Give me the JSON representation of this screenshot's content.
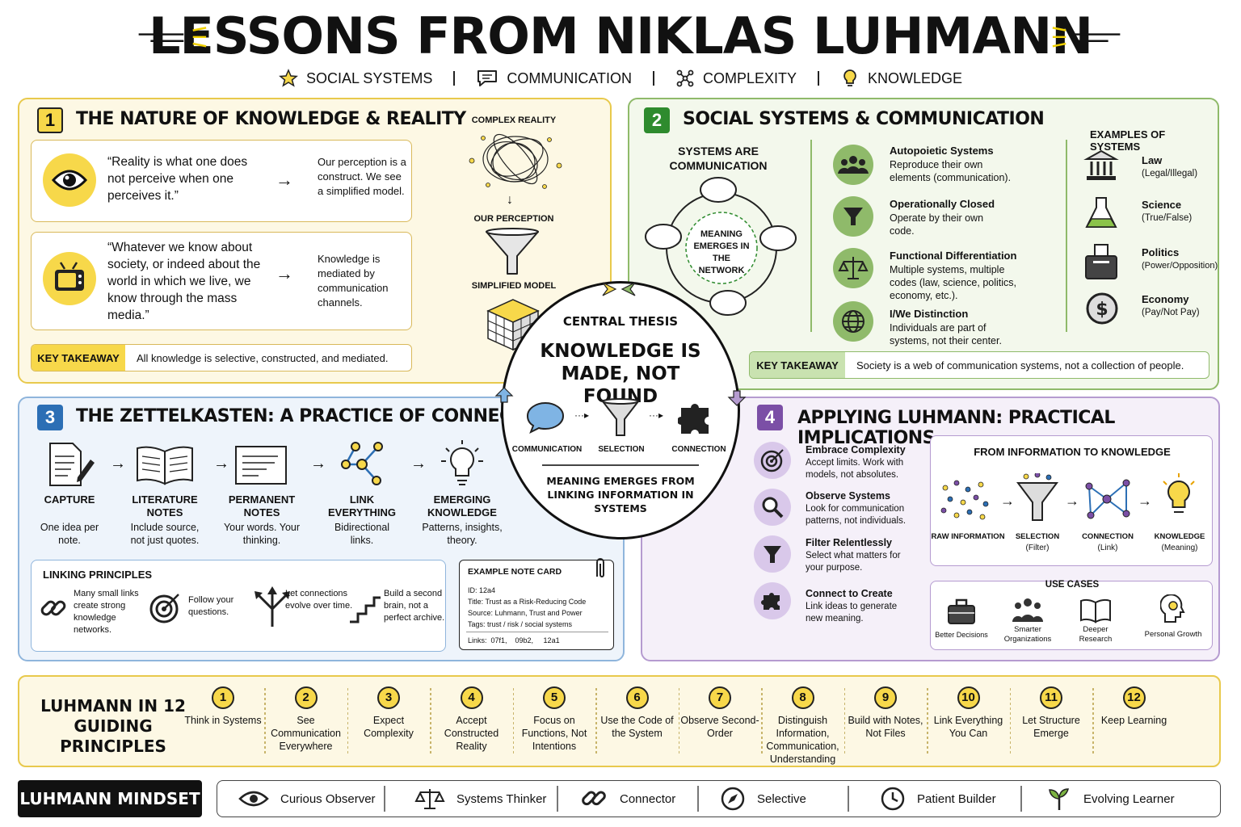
{
  "title": "LESSONS FROM NIKLAS LUHMANN",
  "topics": [
    "SOCIAL SYSTEMS",
    "COMMUNICATION",
    "COMPLEXITY",
    "KNOWLEDGE"
  ],
  "colors": {
    "yellow": "#f7d84a",
    "green": "#2e8b2e",
    "blue": "#2c6fb5",
    "purple": "#7b4fa6"
  },
  "p1": {
    "num": "1",
    "title": "THE NATURE OF KNOWLEDGE & REALITY",
    "q1": "“Reality is what one does not perceive when one perceives it.”",
    "r1": "Our perception is a construct. We see a simplified model.",
    "q2": "“Whatever we know about society, or indeed about the world in which we live, we know through the mass media.”",
    "r2": "Knowledge is mediated by communication channels.",
    "takeaway_label": "KEY TAKEAWAY",
    "takeaway": "All knowledge is selective, constructed, and mediated.",
    "complex": "COMPLEX REALITY",
    "perception": "OUR PERCEPTION",
    "model": "SIMPLIFIED MODEL"
  },
  "p2": {
    "num": "2",
    "title": "SOCIAL SYSTEMS & COMMUNICATION",
    "systems_title": "SYSTEMS ARE COMMUNICATION",
    "meaning": "MEANING EMERGES IN THE NETWORK",
    "items": [
      {
        "title": "Autopoietic Systems",
        "text": "Reproduce their own elements (communication).",
        "icon": "people-icon"
      },
      {
        "title": "Operationally Closed",
        "text": "Operate by their own code.",
        "icon": "funnel-icon"
      },
      {
        "title": "Functional Differentiation",
        "text": "Multiple systems, multiple codes (law, science, politics, economy, etc.).",
        "icon": "scales-icon"
      },
      {
        "title": "I/We Distinction",
        "text": "Individuals are part of systems, not their center.",
        "icon": "globe-icon"
      }
    ],
    "examples_title": "EXAMPLES OF SYSTEMS",
    "examples": [
      {
        "name": "Law",
        "code": "(Legal/Illegal)",
        "icon": "courthouse-icon"
      },
      {
        "name": "Science",
        "code": "(True/False)",
        "icon": "flask-icon"
      },
      {
        "name": "Politics",
        "code": "(Power/Opposition)",
        "icon": "ballot-box-icon"
      },
      {
        "name": "Economy",
        "code": "(Pay/Not Pay)",
        "icon": "dollar-icon"
      }
    ],
    "takeaway_label": "KEY TAKEAWAY",
    "takeaway": "Society is a web of communication systems, not a collection of people."
  },
  "center": {
    "label": "CENTRAL THESIS",
    "thesis": "KNOWLEDGE IS MADE, NOT FOUND",
    "flow": [
      "COMMUNICATION",
      "SELECTION",
      "CONNECTION"
    ],
    "footer": "MEANING EMERGES FROM LINKING INFORMATION IN SYSTEMS"
  },
  "p3": {
    "num": "3",
    "title": "THE ZETTELKASTEN: A PRACTICE OF CONNECTING",
    "steps": [
      {
        "title": "CAPTURE",
        "text": "One idea per note.",
        "icon": "document-pen-icon"
      },
      {
        "title": "LITERATURE NOTES",
        "text": "Include source, not just quotes.",
        "icon": "open-book-icon"
      },
      {
        "title": "PERMANENT NOTES",
        "text": "Your words. Your thinking.",
        "icon": "note-card-icon"
      },
      {
        "title": "LINK EVERYTHING",
        "text": "Bidirectional links.",
        "icon": "network-icon"
      },
      {
        "title": "EMERGING KNOWLEDGE",
        "text": "Patterns, insights, theory.",
        "icon": "lightbulb-icon"
      }
    ],
    "principles_title": "LINKING PRINCIPLES",
    "principles": [
      {
        "text": "Many small links create strong knowledge networks.",
        "icon": "chain-icon"
      },
      {
        "text": "Follow your questions.",
        "icon": "target-icon"
      },
      {
        "text": "Let connections evolve over time.",
        "icon": "branching-arrows-icon"
      },
      {
        "text": "Build a second brain, not a perfect archive.",
        "icon": "stairs-icon"
      }
    ],
    "card": {
      "title": "EXAMPLE NOTE CARD",
      "id": "ID: 12a4",
      "ntitle": "Title: Trust as a Risk-Reducing Code",
      "source": "Source: Luhmann, Trust and Power",
      "tags": "Tags: trust / risk / social systems",
      "links": "Links:  07f1,    09b2,     12a1"
    }
  },
  "p4": {
    "num": "4",
    "title": "APPLYING LUHMANN: PRACTICAL IMPLICATIONS",
    "items": [
      {
        "title": "Embrace Complexity",
        "text": "Accept limits. Work with models, not absolutes.",
        "icon": "target-icon"
      },
      {
        "title": "Observe Systems",
        "text": "Look for communication patterns, not individuals.",
        "icon": "magnifier-icon"
      },
      {
        "title": "Filter Relentlessly",
        "text": "Select what matters for your purpose.",
        "icon": "funnel-icon"
      },
      {
        "title": "Connect to Create",
        "text": "Link ideas to generate new meaning.",
        "icon": "puzzle-icon"
      }
    ],
    "flow_title": "FROM INFORMATION TO KNOWLEDGE",
    "flow": [
      {
        "title": "RAW INFORMATION",
        "sub": ""
      },
      {
        "title": "SELECTION",
        "sub": "(Filter)"
      },
      {
        "title": "CONNECTION",
        "sub": "(Link)"
      },
      {
        "title": "KNOWLEDGE",
        "sub": "(Meaning)"
      }
    ],
    "use_title": "USE CASES",
    "uses": [
      {
        "label": "Better Decisions",
        "icon": "briefcase-icon"
      },
      {
        "label": "Smarter Organizations",
        "icon": "group-icon"
      },
      {
        "label": "Deeper Research",
        "icon": "book-icon"
      },
      {
        "label": "Personal Growth",
        "icon": "brain-head-icon"
      }
    ]
  },
  "principles12": {
    "title": "LUHMANN IN 12 GUIDING PRINCIPLES",
    "items": [
      {
        "n": "1",
        "t": "Think in Systems"
      },
      {
        "n": "2",
        "t": "See Communication Everywhere"
      },
      {
        "n": "3",
        "t": "Expect Complexity"
      },
      {
        "n": "4",
        "t": "Accept Constructed Reality"
      },
      {
        "n": "5",
        "t": "Focus on Functions, Not Intentions"
      },
      {
        "n": "6",
        "t": "Use the Code of the System"
      },
      {
        "n": "7",
        "t": "Observe Second-Order"
      },
      {
        "n": "8",
        "t": "Distinguish Information, Communication, Understanding"
      },
      {
        "n": "9",
        "t": "Build with Notes, Not Files"
      },
      {
        "n": "10",
        "t": "Link Everything You Can"
      },
      {
        "n": "11",
        "t": "Let Structure Emerge"
      },
      {
        "n": "12",
        "t": "Keep Learning"
      }
    ]
  },
  "mindset": {
    "label": "LUHMANN MINDSET",
    "items": [
      {
        "t": "Curious Observer",
        "icon": "eye-icon"
      },
      {
        "t": "Systems Thinker",
        "icon": "scales-icon"
      },
      {
        "t": "Connector",
        "icon": "chain-icon"
      },
      {
        "t": "Selective",
        "icon": "compass-icon"
      },
      {
        "t": "Patient Builder",
        "icon": "clock-icon"
      },
      {
        "t": "Evolving Learner",
        "icon": "sprout-icon"
      }
    ]
  }
}
